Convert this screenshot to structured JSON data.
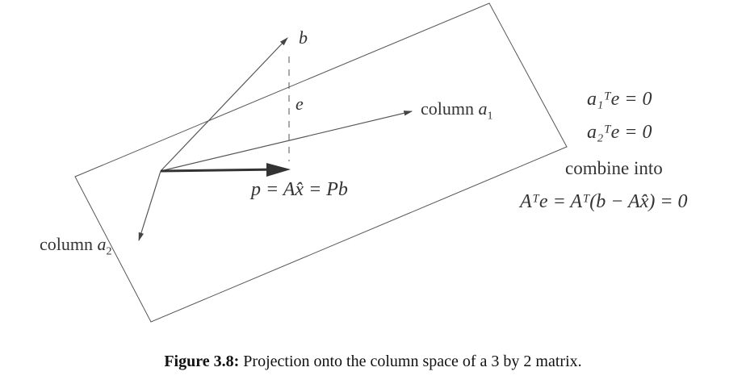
{
  "labels": {
    "b": "b",
    "e": "e",
    "column_a1_word": "column",
    "column_a1_var": "a",
    "column_a1_sub": "1",
    "column_a2_word": "column",
    "column_a2_var": "a",
    "column_a2_sub": "2",
    "projection": "p = Ax̂ = Pb"
  },
  "equations": {
    "eq1": "a₁ᵀe = 0",
    "eq2": "a₂ᵀe = 0",
    "combine": "combine into",
    "eq3": "Aᵀe = Aᵀ(b − Ax̂) = 0"
  },
  "caption": {
    "prefix": "Figure 3.8:",
    "text": "Projection onto the column space of a 3 by 2 matrix."
  }
}
